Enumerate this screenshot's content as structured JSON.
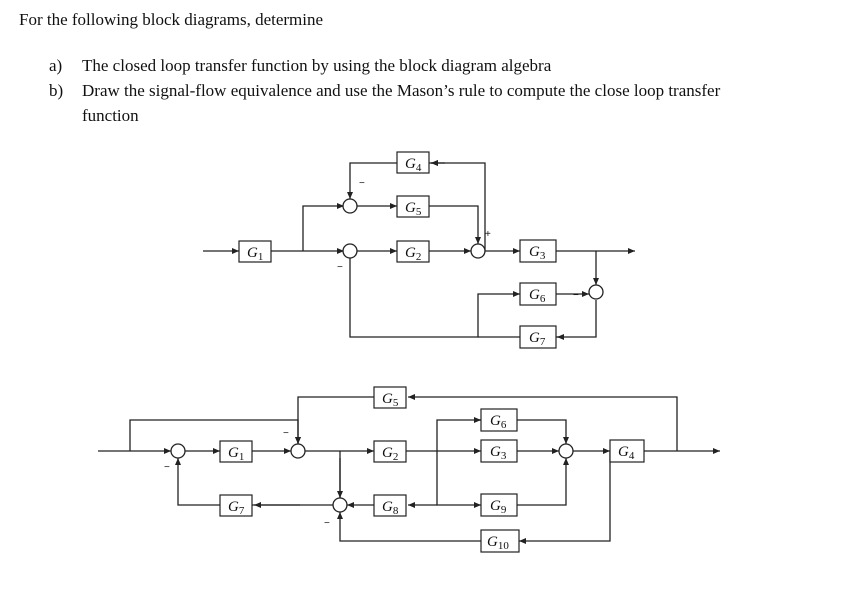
{
  "question": {
    "intro": "For the following block diagrams, determine",
    "items": [
      {
        "label": "a)",
        "text": "The closed loop transfer function by using the block diagram algebra"
      },
      {
        "label": "b)",
        "text": "Draw the signal-flow equivalence and use the Mason’s rule to compute the close loop transfer",
        "continuation": "function"
      }
    ]
  },
  "diagram1": {
    "blocks": [
      {
        "name": "G",
        "sub": "1"
      },
      {
        "name": "G",
        "sub": "4"
      },
      {
        "name": "G",
        "sub": "5"
      },
      {
        "name": "G",
        "sub": "2"
      },
      {
        "name": "G",
        "sub": "3"
      },
      {
        "name": "G",
        "sub": "6"
      },
      {
        "name": "G",
        "sub": "7"
      }
    ],
    "signs": [
      "−",
      "−",
      "+",
      "−"
    ]
  },
  "diagram2": {
    "blocks": [
      {
        "name": "G",
        "sub": "1"
      },
      {
        "name": "G",
        "sub": "7"
      },
      {
        "name": "G",
        "sub": "5"
      },
      {
        "name": "G",
        "sub": "2"
      },
      {
        "name": "G",
        "sub": "8"
      },
      {
        "name": "G",
        "sub": "6"
      },
      {
        "name": "G",
        "sub": "3"
      },
      {
        "name": "G",
        "sub": "9"
      },
      {
        "name": "G",
        "sub": "10"
      },
      {
        "name": "G",
        "sub": "4"
      }
    ],
    "signs": [
      "−",
      "−",
      "−"
    ]
  }
}
